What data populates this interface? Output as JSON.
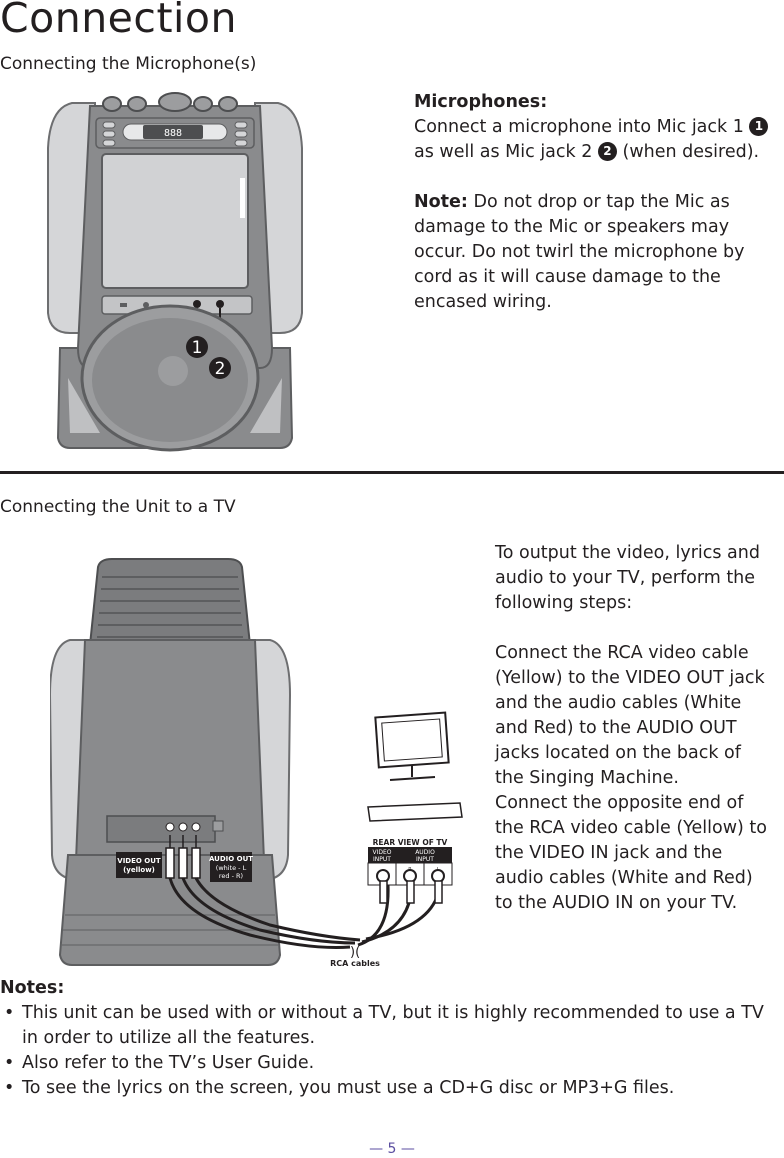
{
  "page": {
    "title": "Connection",
    "page_number": "— 5 —"
  },
  "mic_section": {
    "heading": "Connecting the Microphone(s)",
    "subheading": "Microphones:",
    "line1_pre": "Connect a microphone into Mic jack 1",
    "line2_pre": "as well as Mic jack 2",
    "line2_post": "(when desired).",
    "badge1": "1",
    "badge2": "2",
    "note_label": "Note:",
    "note_text": "Do not drop or tap the Mic as damage to the Mic or speakers may occur. Do not twirl the microphone by cord as it will cause damage to the encased wiring.",
    "illustration": {
      "display": "888",
      "callout1": "1",
      "callout2": "2"
    }
  },
  "tv_section": {
    "heading": "Connecting the Unit to a TV",
    "intro": "To output the video, lyrics and audio to your TV, perform the following steps:",
    "step1": "Connect the RCA video cable (Yellow) to the VIDEO OUT jack and the audio cables (White and Red) to the AUDIO OUT jacks located on the back of the Singing Machine.",
    "step2": "Connect the opposite end of the RCA video cable (Yellow) to the VIDEO IN jack and the audio cables (White and Red) to the AUDIO IN on your TV.",
    "illustration": {
      "video_out": "VIDEO OUT",
      "video_out_sub": "(yellow)",
      "audio_out": "AUDIO OUT",
      "audio_out_sub1": "(white - L",
      "audio_out_sub2": "red - R)",
      "rear_view": "REAR VIEW OF TV",
      "video_input": "VIDEO",
      "video_input2": "INPUT",
      "audio_input": "AUDIO",
      "audio_input2": "INPUT",
      "r_label": "R",
      "l_label": "L",
      "cables_label": "RCA cables"
    }
  },
  "notes": {
    "label": "Notes:",
    "bullet": "•",
    "items": [
      "This unit can be used with or without a TV, but it is highly recommended to use a TV in order to utilize all the features.",
      "Also refer to the TV’s User Guide.",
      "To see the lyrics on the screen, you must use a CD+G disc or MP3+G ﬁles."
    ]
  },
  "colors": {
    "text": "#231f20",
    "device_body": "#8a8b8d",
    "device_light": "#cfd0d2",
    "device_dark": "#5d5e60",
    "page_number": "#5b4ea0"
  }
}
